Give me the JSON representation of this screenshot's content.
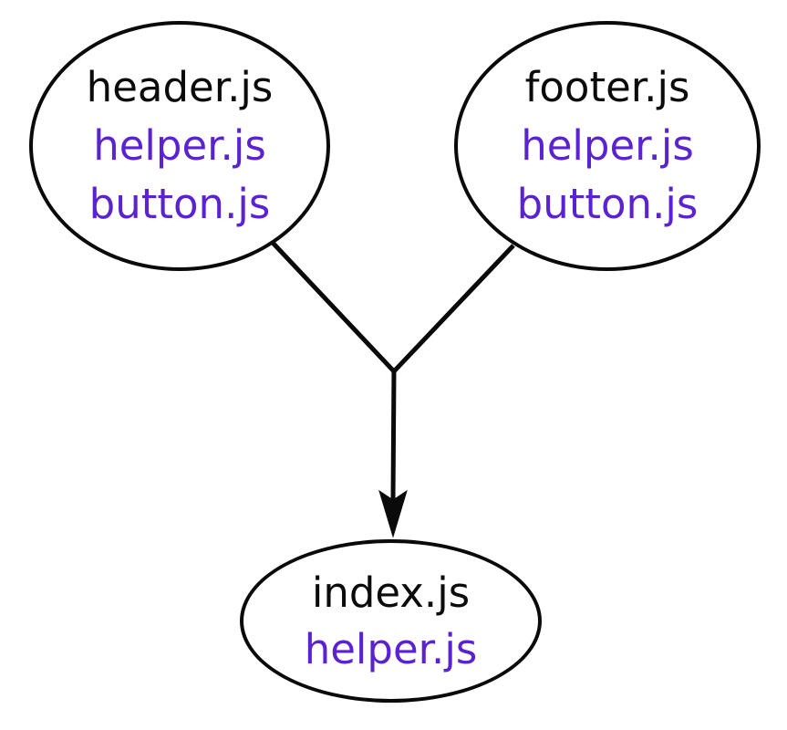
{
  "diagram": {
    "description": "Module dependency diagram: header.js and footer.js bundles merge into index.js",
    "background_color": "#ffffff",
    "stroke_color": "#0a0a0a",
    "file_name_color": "#0b0b0b",
    "import_name_color": "#5a22d0",
    "nodes": [
      {
        "id": "header",
        "title": "header.js",
        "imports": [
          "helper.js",
          "button.js"
        ]
      },
      {
        "id": "footer",
        "title": "footer.js",
        "imports": [
          "helper.js",
          "button.js"
        ]
      },
      {
        "id": "index",
        "title": "index.js",
        "imports": [
          "helper.js"
        ]
      }
    ],
    "edges": [
      {
        "from": "header.js",
        "to": "index.js",
        "arrow": "merged-into-index"
      },
      {
        "from": "footer.js",
        "to": "index.js",
        "arrow": "merged-into-index"
      }
    ]
  }
}
